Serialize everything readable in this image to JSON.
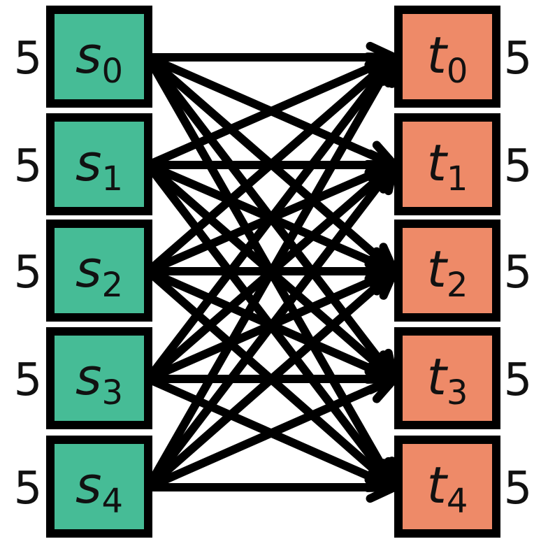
{
  "colors": {
    "source_fill": "#46BC96",
    "target_fill": "#EE8A68",
    "stroke": "#000000"
  },
  "sources": [
    {
      "var": "s",
      "index": "0",
      "amount": "5"
    },
    {
      "var": "s",
      "index": "1",
      "amount": "5"
    },
    {
      "var": "s",
      "index": "2",
      "amount": "5"
    },
    {
      "var": "s",
      "index": "3",
      "amount": "5"
    },
    {
      "var": "s",
      "index": "4",
      "amount": "5"
    }
  ],
  "targets": [
    {
      "var": "t",
      "index": "0",
      "amount": "5"
    },
    {
      "var": "t",
      "index": "1",
      "amount": "5"
    },
    {
      "var": "t",
      "index": "2",
      "amount": "5"
    },
    {
      "var": "t",
      "index": "3",
      "amount": "5"
    },
    {
      "var": "t",
      "index": "4",
      "amount": "5"
    }
  ],
  "edges": "all-sources-to-all-targets"
}
